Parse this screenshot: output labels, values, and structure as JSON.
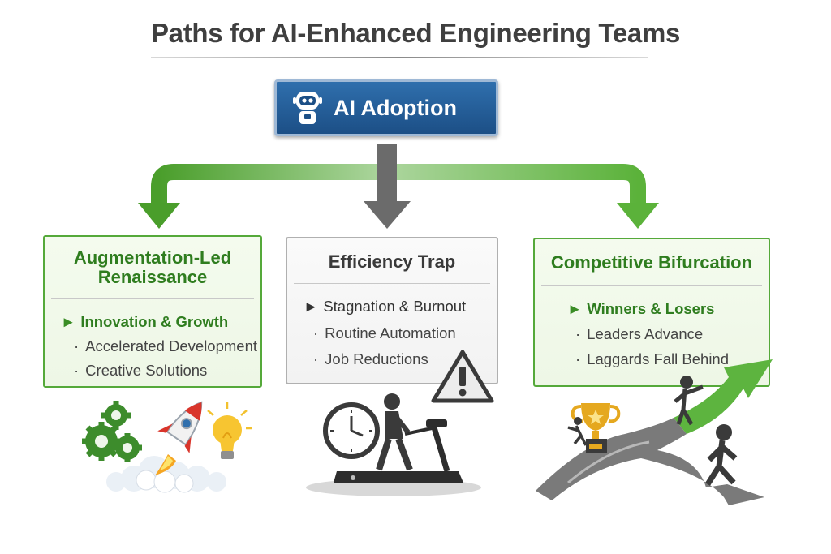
{
  "title": "Paths for AI-Enhanced Engineering Teams",
  "root": {
    "label": "AI Adoption",
    "icon": "robot-icon"
  },
  "colors": {
    "green": "#4fa52f",
    "gray": "#6b6b6b",
    "blue": "#1f5a97"
  },
  "paths": [
    {
      "title_line1": "Augmentation-Led",
      "title_line2": "Renaissance",
      "subheading": "Innovation & Growth",
      "bullets": [
        "Accelerated Development",
        "Creative Solutions"
      ],
      "illustration": "gears-rocket-lightbulb-icon"
    },
    {
      "title": "Efficiency Trap",
      "subheading": "Stagnation & Burnout",
      "bullets": [
        "Routine Automation",
        "Job Reductions"
      ],
      "illustration": "clock-treadmill-warning-icon"
    },
    {
      "title": "Competitive Bifurcation",
      "subheading": "Winners & Losers",
      "bullets": [
        "Leaders Advance",
        "Laggards Fall Behind"
      ],
      "illustration": "trophy-diverging-paths-icon"
    }
  ]
}
